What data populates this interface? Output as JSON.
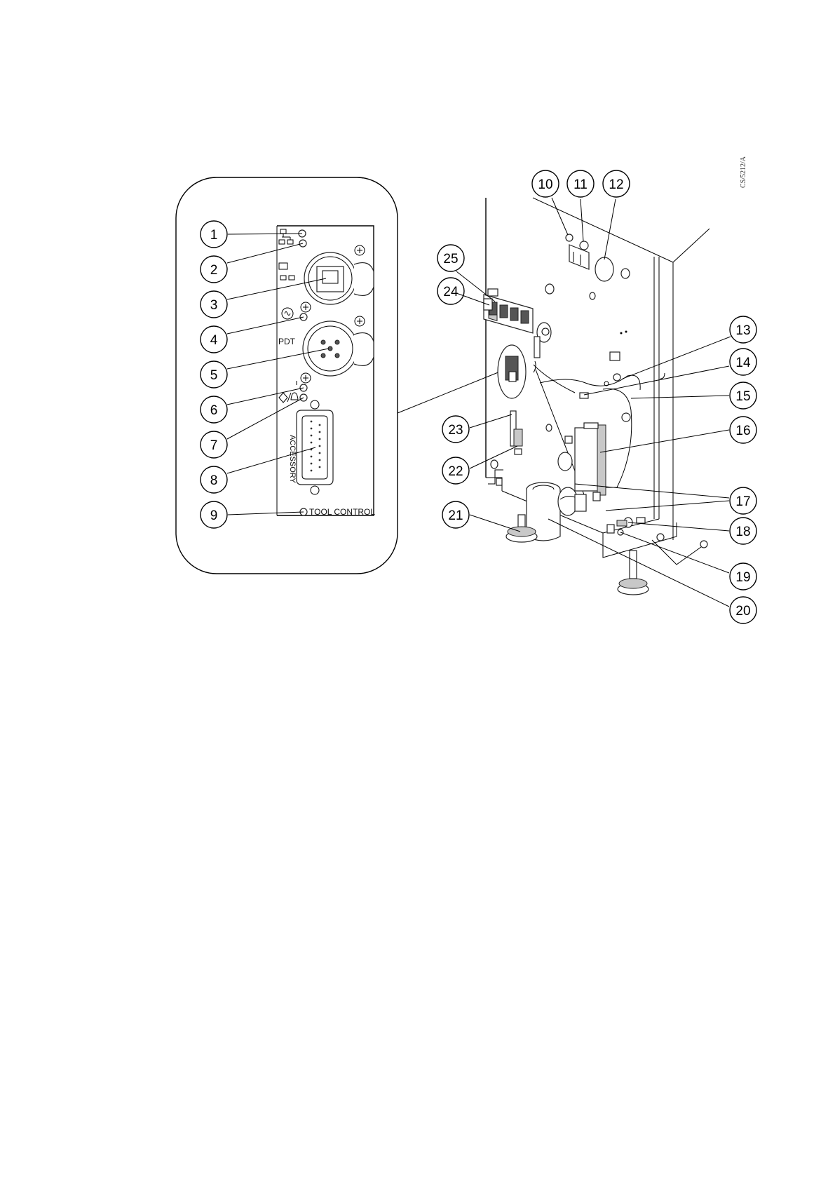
{
  "reference_code": "CS/5212/A",
  "panel": {
    "pdt_label": "PDT",
    "accessory_label": "ACCESSORY",
    "tool_control_label": "TOOL CONTROL"
  },
  "callouts": [
    "1",
    "2",
    "3",
    "4",
    "5",
    "6",
    "7",
    "8",
    "9",
    "10",
    "11",
    "12",
    "13",
    "14",
    "15",
    "16",
    "17",
    "18",
    "19",
    "20",
    "21",
    "22",
    "23",
    "24",
    "25"
  ]
}
